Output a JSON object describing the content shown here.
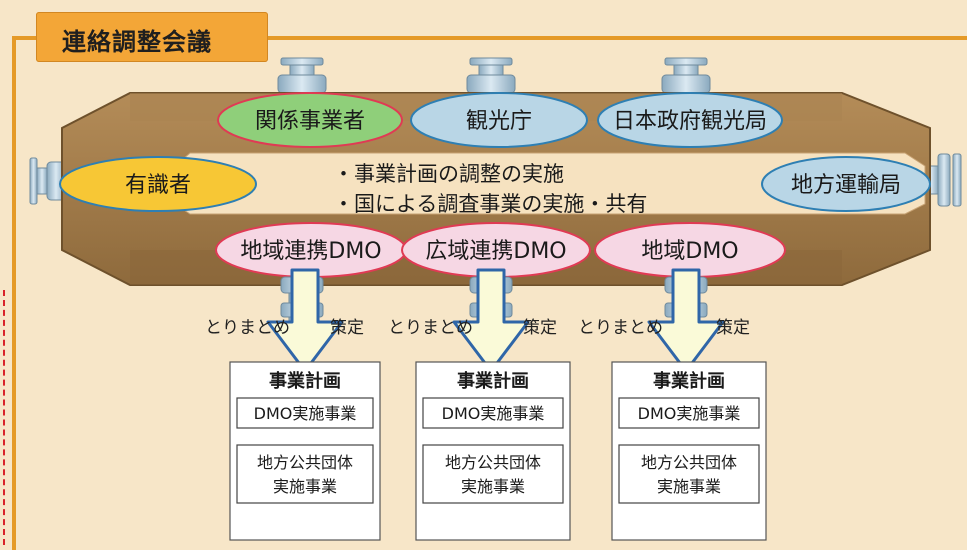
{
  "header": {
    "title": "連絡調整会議"
  },
  "center": {
    "line1": "・事業計画の調整の実施",
    "line2": "・国による調査事業の実施・共有"
  },
  "ovals": {
    "top_left": "関係事業者",
    "top_center": "観光庁",
    "top_right": "日本政府観光局",
    "mid_left": "有識者",
    "mid_right": "地方運輸局",
    "bottom_left": "地域連携DMO",
    "bottom_center": "広域連携DMO",
    "bottom_right": "地域DMO"
  },
  "flows": [
    {
      "left_label": "とりまとめ",
      "right_label": "策定"
    },
    {
      "left_label": "とりまとめ",
      "right_label": "策定"
    },
    {
      "left_label": "とりまとめ",
      "right_label": "策定"
    }
  ],
  "plans": [
    {
      "title": "事業計画",
      "item1": "DMO実施事業",
      "item2_line1": "地方公共団体",
      "item2_line2": "実施事業"
    },
    {
      "title": "事業計画",
      "item1": "DMO実施事業",
      "item2_line1": "地方公共団体",
      "item2_line2": "実施事業"
    },
    {
      "title": "事業計画",
      "item1": "DMO実施事業",
      "item2_line1": "地方公共団体",
      "item2_line2": "実施事業"
    }
  ],
  "colors": {
    "background": "#f7e6c8",
    "frame": "#e59a28",
    "pipe": "#a07a4a",
    "green_oval": "#8fcf7a",
    "blue_oval": "#b9d6e6",
    "yellow_oval": "#f7c735",
    "pink_oval": "#f6d7e4",
    "pink_border": "#e03a54"
  }
}
